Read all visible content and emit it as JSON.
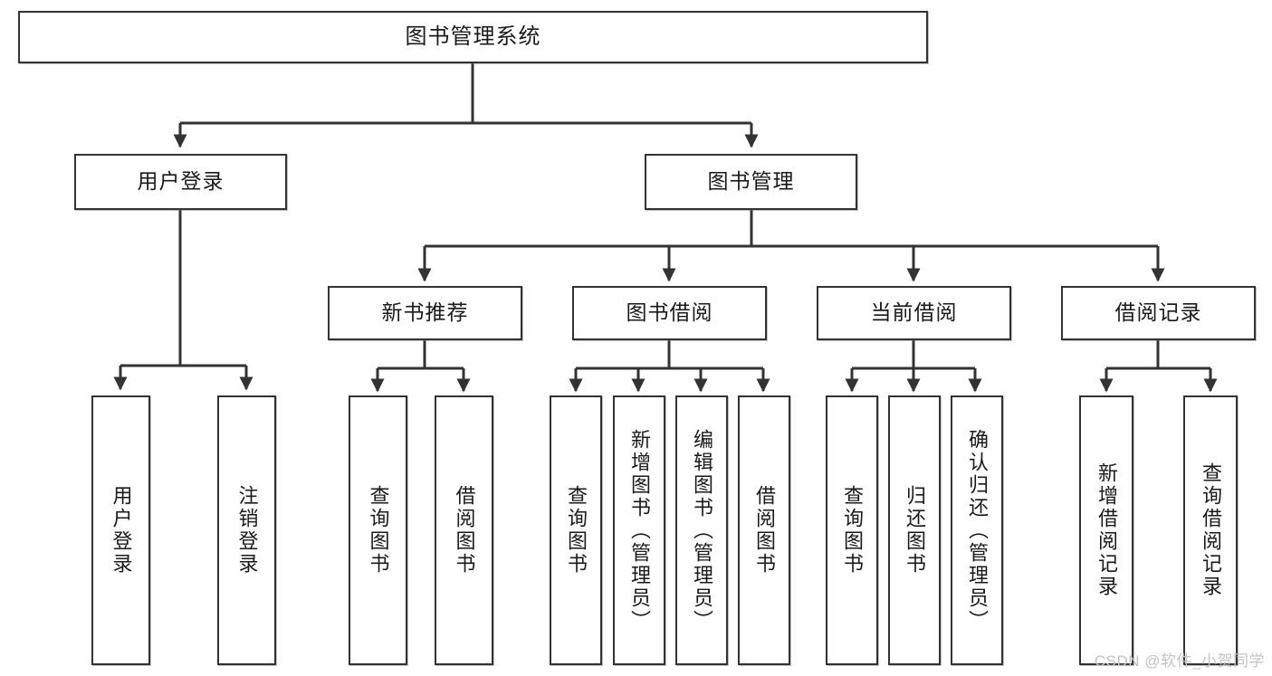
{
  "diagram": {
    "title": "图书管理系统",
    "type": "tree",
    "watermark": "CSDN @软件_小贺同学",
    "colors": {
      "node_border": "#333333",
      "node_fill": "#ffffff",
      "edge": "#333333",
      "text": "#1a1a1a",
      "watermark": "#c3c3c3",
      "background": "#ffffff"
    },
    "nodes": {
      "root": {
        "label": "图书管理系统"
      },
      "level2": [
        {
          "id": "user-login",
          "label": "用户登录"
        },
        {
          "id": "book-manage",
          "label": "图书管理"
        }
      ],
      "level3": [
        {
          "id": "new-book-recommend",
          "label": "新书推荐"
        },
        {
          "id": "book-borrow",
          "label": "图书借阅"
        },
        {
          "id": "current-borrow",
          "label": "当前借阅"
        },
        {
          "id": "borrow-record",
          "label": "借阅记录"
        }
      ],
      "leaves": {
        "user-login": [
          {
            "id": "leaf-user-login",
            "label": "用户登录"
          },
          {
            "id": "leaf-logout-login",
            "label": "注销登录"
          }
        ],
        "new-book-recommend": [
          {
            "id": "leaf-query-book-1",
            "label": "查询图书"
          },
          {
            "id": "leaf-borrow-book-1",
            "label": "借阅图书"
          }
        ],
        "book-borrow": [
          {
            "id": "leaf-query-book-2",
            "label": "查询图书"
          },
          {
            "id": "leaf-add-book",
            "label": "新增图书（管理员）"
          },
          {
            "id": "leaf-edit-book",
            "label": "编辑图书（管理员）"
          },
          {
            "id": "leaf-borrow-book-2",
            "label": "借阅图书"
          }
        ],
        "current-borrow": [
          {
            "id": "leaf-query-book-3",
            "label": "查询图书"
          },
          {
            "id": "leaf-return-book",
            "label": "归还图书"
          },
          {
            "id": "leaf-confirm-return",
            "label": "确认归还（管理员）"
          }
        ],
        "borrow-record": [
          {
            "id": "leaf-add-record",
            "label": "新增借阅记录"
          },
          {
            "id": "leaf-query-record",
            "label": "查询借阅记录"
          }
        ]
      }
    }
  }
}
